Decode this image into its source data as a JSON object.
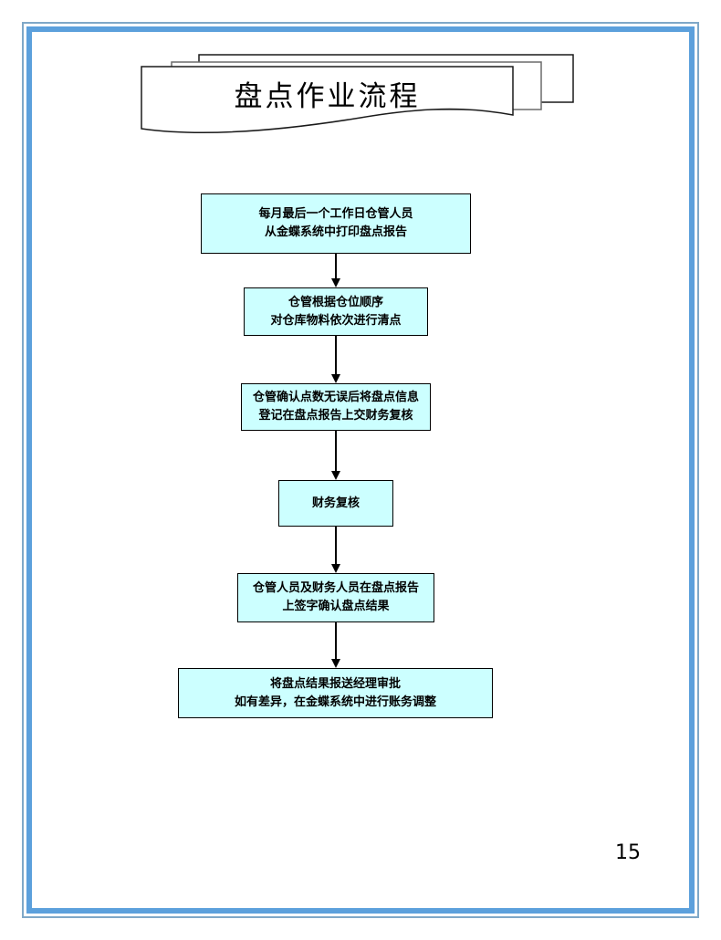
{
  "page": {
    "number": "15"
  },
  "title": {
    "text": "盘点作业流程"
  },
  "flowchart": {
    "boxes": [
      {
        "line1": "每月最后一个工作日仓管人员",
        "line2": "从金蝶系统中打印盘点报告"
      },
      {
        "line1": "仓管根据仓位顺序",
        "line2": "对仓库物料依次进行清点"
      },
      {
        "line1": "仓管确认点数无误后将盘点信息",
        "line2": "登记在盘点报告上交财务复核"
      },
      {
        "line1": "财务复核"
      },
      {
        "line1": "仓管人员及财务人员在盘点报告",
        "line2": "上签字确认盘点结果"
      },
      {
        "line1": "将盘点结果报送经理审批",
        "line2": "如有差异，在金蝶系统中进行账务调整"
      }
    ]
  },
  "colors": {
    "box_fill": "#CCFFFF",
    "box_border": "#000000",
    "arrow": "#000000",
    "frame_outer": "#7FA8C8",
    "frame_inner": "#5CA0DC"
  }
}
